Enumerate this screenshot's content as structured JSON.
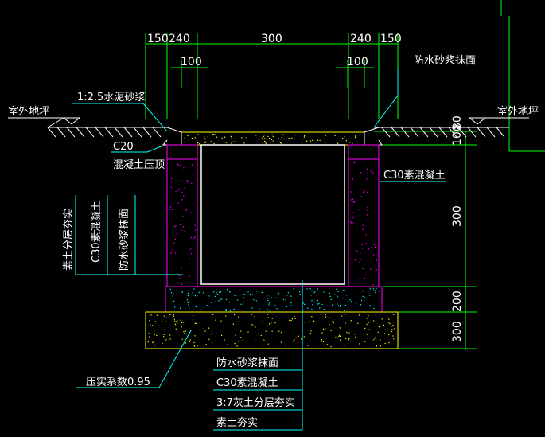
{
  "dimensions": {
    "top_row": [
      "150",
      "240",
      "300",
      "240",
      "150"
    ],
    "second_row_left": "100",
    "second_row_right": "100",
    "right_side": [
      "100",
      "80",
      "300",
      "200",
      "300"
    ]
  },
  "labels": {
    "waterproof_mortar_top": "防水砂浆抹面",
    "cement_mortar_1_2_5": "1:2.5水泥砂浆",
    "outdoor_ground_left": "室外地坪",
    "outdoor_ground_right": "室外地坪",
    "c20_line1": "C20",
    "c20_line2": "混凝土压顶",
    "c30_plain_concrete_right": "C30素混凝土",
    "vertical_plain_soil": "素土分层夯实",
    "vertical_c30": "C30素混凝土",
    "vertical_waterproof": "防水砂浆抹面",
    "compaction_factor": "压实系数0.95",
    "bottom_waterproof": "防水砂浆抹面",
    "bottom_c30": "C30素混凝土",
    "bottom_lime_soil": "3:7灰土分层夯实",
    "bottom_plain_soil": "素土夯实"
  },
  "colors": {
    "background": "#000000",
    "dimension_line": "#00ff00",
    "leader": "#00ffff",
    "wall_outline": "#ff00ff",
    "slab_outline": "#ffff00",
    "text": "#ffffff"
  }
}
